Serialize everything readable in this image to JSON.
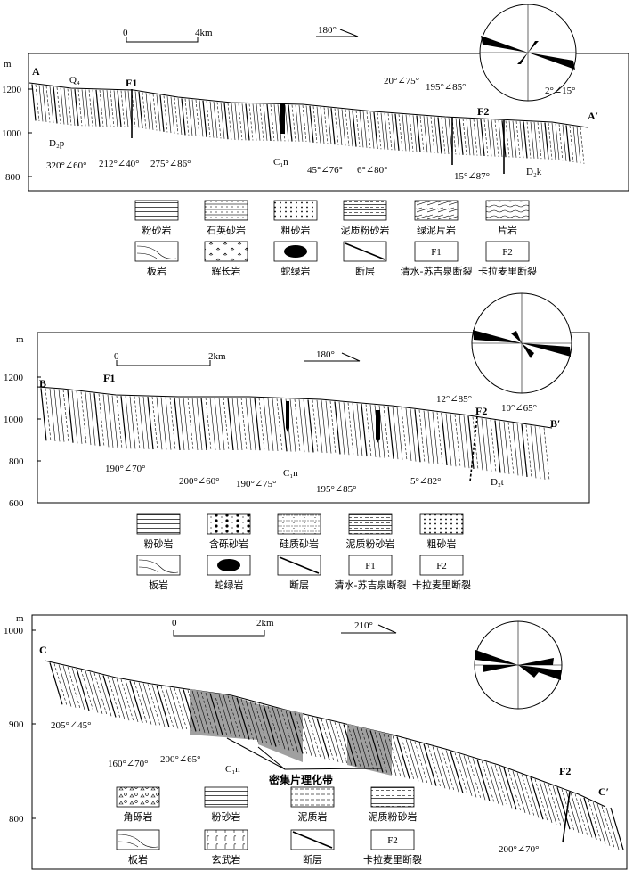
{
  "sections": [
    {
      "id": "A",
      "unit": "m",
      "y_ticks": [
        "1200",
        "1000",
        "800"
      ],
      "left_label": "A",
      "right_label": "A′",
      "scale": {
        "start": "0",
        "end": "4km"
      },
      "orientation": "180°",
      "faults": [
        "F1",
        "F2"
      ],
      "labels": {
        "q4": "Q₄",
        "d2p": "D₂p",
        "c1n": "C₁n",
        "d2k": "D₂k"
      },
      "attitudes": [
        "320°∠60°",
        "212°∠40°",
        "275°∠86°",
        "45°∠76°",
        "6°∠80°",
        "20°∠75°",
        "195°∠85°",
        "15°∠87°",
        "2°∠15°"
      ],
      "legend": [
        {
          "pattern": "siltstone",
          "label": "粉砂岩"
        },
        {
          "pattern": "quartz-sandstone",
          "label": "石英砂岩"
        },
        {
          "pattern": "coarse-sandstone",
          "label": "粗砂岩"
        },
        {
          "pattern": "argillaceous-siltstone",
          "label": "泥质粉砂岩"
        },
        {
          "pattern": "chlorite-schist",
          "label": "绿泥片岩"
        },
        {
          "pattern": "schist",
          "label": "片岩"
        },
        {
          "pattern": "slate",
          "label": "板岩"
        },
        {
          "pattern": "gabbro",
          "label": "辉长岩"
        },
        {
          "pattern": "ophiolite",
          "label": "蛇绿岩"
        },
        {
          "pattern": "fault",
          "label": "断层"
        },
        {
          "pattern": "F1",
          "box_text": "F1",
          "label": "清水-苏吉泉断裂"
        },
        {
          "pattern": "F2",
          "box_text": "F2",
          "label": "卡拉麦里断裂"
        }
      ]
    },
    {
      "id": "B",
      "unit": "m",
      "y_ticks": [
        "1200",
        "1000",
        "800",
        "600"
      ],
      "left_label": "B",
      "right_label": "B′",
      "scale": {
        "start": "0",
        "end": "2km"
      },
      "orientation": "180°",
      "faults": [
        "F1",
        "F2"
      ],
      "labels": {
        "c1n": "C₁n",
        "d2t": "D₂t"
      },
      "attitudes": [
        "190°∠70°",
        "200°∠60°",
        "190°∠75°",
        "195°∠85°",
        "5°∠82°",
        "12°∠85°",
        "10°∠65°"
      ],
      "legend": [
        {
          "pattern": "siltstone",
          "label": "粉砂岩"
        },
        {
          "pattern": "gravel-sandstone",
          "label": "含砾砂岩"
        },
        {
          "pattern": "siliceous-sandstone",
          "label": "硅质砂岩"
        },
        {
          "pattern": "argillaceous-siltstone",
          "label": "泥质粉砂岩"
        },
        {
          "pattern": "coarse-sandstone",
          "label": "粗砂岩"
        },
        {
          "pattern": "slate",
          "label": "板岩"
        },
        {
          "pattern": "ophiolite",
          "label": "蛇绿岩"
        },
        {
          "pattern": "fault",
          "label": "断层"
        },
        {
          "pattern": "F1",
          "box_text": "F1",
          "label": "清水-苏吉泉断裂"
        },
        {
          "pattern": "F2",
          "box_text": "F2",
          "label": "卡拉麦里断裂"
        }
      ]
    },
    {
      "id": "C",
      "unit": "m",
      "y_ticks": [
        "1000",
        "900",
        "800"
      ],
      "left_label": "C",
      "right_label": "C′",
      "scale": {
        "start": "0",
        "end": "2km"
      },
      "orientation": "210°",
      "faults": [
        "F2"
      ],
      "labels": {
        "c1n": "C₁n",
        "zone": "密集片理化带"
      },
      "attitudes": [
        "205°∠45°",
        "160°∠70°",
        "200°∠65°",
        "200°∠70°"
      ],
      "legend": [
        {
          "pattern": "breccia",
          "label": "角砾岩"
        },
        {
          "pattern": "siltstone",
          "label": "粉砂岩"
        },
        {
          "pattern": "mudstone",
          "label": "泥质岩"
        },
        {
          "pattern": "argillaceous-siltstone",
          "label": "泥质粉砂岩"
        },
        {
          "pattern": "slate",
          "label": "板岩"
        },
        {
          "pattern": "basalt",
          "label": "玄武岩"
        },
        {
          "pattern": "fault",
          "label": "断层"
        },
        {
          "pattern": "F2",
          "box_text": "F2",
          "label": "卡拉麦里断裂"
        }
      ]
    }
  ]
}
